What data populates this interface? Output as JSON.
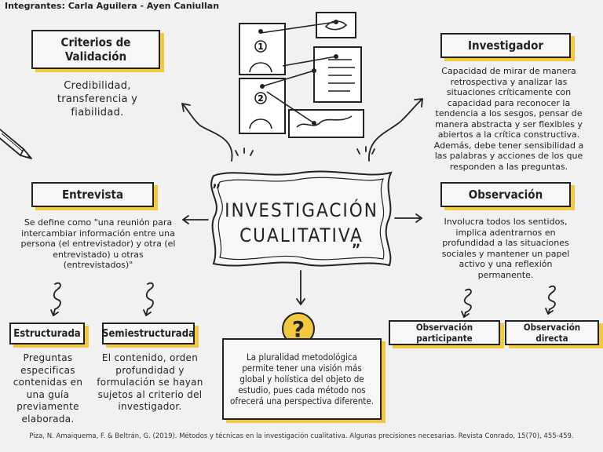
{
  "header": {
    "members": "Integrantes: Carla Aguilera - Ayen Caniullan"
  },
  "center": {
    "line1": "INVESTIGACIÓN",
    "line2": "CUALITATIVA",
    "quote_open": "”",
    "quote_close": "”"
  },
  "criterios": {
    "title_line1": "Criterios de",
    "title_line2": "Validación",
    "text": "Credibilidad, transferencia y fiabilidad."
  },
  "investigador": {
    "title": "Investigador",
    "text": "Capacidad de mirar de manera retrospectiva y analizar las situaciones críticamente con capacidad para reconocer la tendencia a los sesgos, pensar de manera abstracta y ser flexibles y abiertos a la crítica constructiva. Además, debe tener sensibilidad a las palabras y acciones de los que responden a las preguntas."
  },
  "entrevista": {
    "title": "Entrevista",
    "text": "Se define como \"una reunión para intercambiar información entre una persona (el entrevistador) y otra (el entrevistado) u otras (entrevistados)\""
  },
  "observacion": {
    "title": "Observación",
    "text": "Involucra todos los sentidos, implica adentrarnos en profundidad a las situaciones sociales y mantener un papel activo y una reflexión permanente."
  },
  "estructurada": {
    "title": "Estructurada",
    "text": "Preguntas especificas contenidas en una guía previamente elaborada."
  },
  "semiestructurada": {
    "title": "Semiestructurada",
    "text": "El contenido, orden profundidad y formulación se hayan sujetos al criterio del investigador."
  },
  "participante": {
    "title": "Observación participante"
  },
  "directa": {
    "title": "Observación directa"
  },
  "pluralidad": {
    "text": "La pluralidad metodológica permite tener una visión más global y holística del objeto de estudio, pues cada método nos ofrecerá una perspectiva diferente."
  },
  "question_mark": "?",
  "illustration_numbers": [
    "1",
    "2"
  ],
  "citation": "Piza, N. Amaiquema, F. & Beltrán, G. (2019). Métodos y técnicas en la investigación cualitativa. Algunas precisiones necesarias. Revista Conrado, 15(70), 455-459.",
  "colors": {
    "accent": "#f2c83c",
    "background": "#f1f1f1",
    "ink": "#222222"
  },
  "icons": [
    "pencil-icon",
    "question-mark-icon",
    "investigation-board-icon"
  ]
}
